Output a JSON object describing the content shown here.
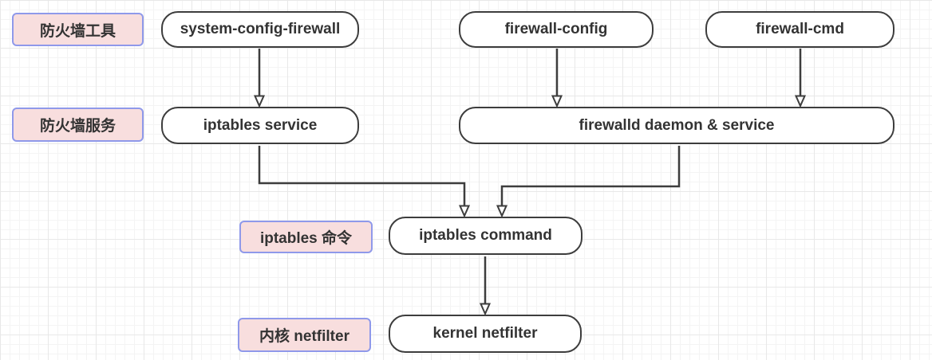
{
  "diagram": {
    "row_labels": [
      {
        "id": "firewall-tools",
        "text": "防火墙工具"
      },
      {
        "id": "firewall-services",
        "text": "防火墙服务"
      },
      {
        "id": "iptables-command",
        "text": "iptables 命令"
      },
      {
        "id": "kernel-netfilter",
        "text": "内核 netfilter"
      }
    ],
    "nodes": [
      {
        "id": "system-config-firewall",
        "text": "system-config-firewall"
      },
      {
        "id": "firewall-config",
        "text": "firewall-config"
      },
      {
        "id": "firewall-cmd",
        "text": "firewall-cmd"
      },
      {
        "id": "iptables-service",
        "text": "iptables service"
      },
      {
        "id": "firewalld",
        "text": "firewalld daemon & service"
      },
      {
        "id": "iptables-command",
        "text": "iptables command"
      },
      {
        "id": "kernel-netfilter",
        "text": "kernel netfilter"
      }
    ],
    "edges": [
      {
        "from": "system-config-firewall",
        "to": "iptables-service"
      },
      {
        "from": "firewall-config",
        "to": "firewalld"
      },
      {
        "from": "firewall-cmd",
        "to": "firewalld"
      },
      {
        "from": "iptables-service",
        "to": "iptables-command"
      },
      {
        "from": "firewalld",
        "to": "iptables-command"
      },
      {
        "from": "iptables-command",
        "to": "kernel-netfilter"
      }
    ],
    "colors": {
      "node_fill": "#ffffff",
      "node_border": "#3d3d3d",
      "label_fill": "#f8dede",
      "label_border": "#8f99ea",
      "connector": "#3d3d3d",
      "text": "#333333",
      "grid_minor": "#f4f4f4",
      "grid_major": "#e8e8e8"
    }
  }
}
